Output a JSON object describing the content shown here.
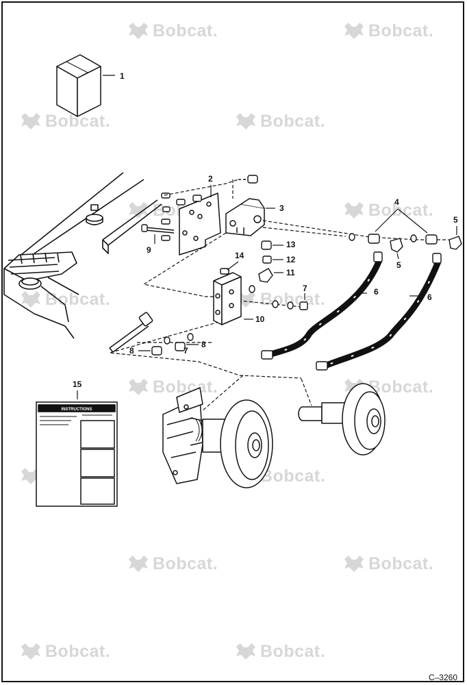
{
  "watermark": {
    "text": "Bobcat.",
    "color": "#d7d7d7"
  },
  "callouts": {
    "c1": "1",
    "c2": "2",
    "c3": "3",
    "c4": "4",
    "c5a": "5",
    "c5b": "5",
    "c6a": "6",
    "c6b": "6",
    "c7a": "7",
    "c7b": "7",
    "c8a": "8",
    "c8b": "8",
    "c9": "9",
    "c10": "10",
    "c11": "11",
    "c12": "12",
    "c13": "13",
    "c14": "14",
    "c15": "15"
  },
  "instruction_sheet": {
    "title": "INSTRUCTIONS"
  },
  "figure_code": "C–3260"
}
